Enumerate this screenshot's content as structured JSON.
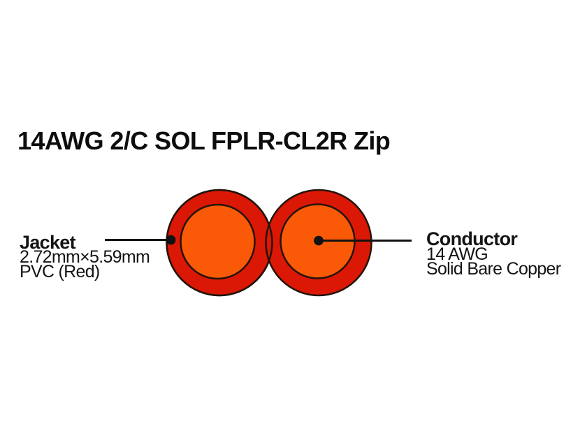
{
  "diagram": {
    "title": "14AWG 2/C SOL FPLR-CL2R Zip",
    "colors": {
      "jacket_red": "#DB1805",
      "conductor_orange": "#FA5A07"
    },
    "labels": {
      "jacket": {
        "title": "Jacket",
        "line1": "2.72mm×5.59mm",
        "line2": "PVC (Red)"
      },
      "conductor": {
        "title": "Conductor",
        "line1": "14 AWG",
        "line2": "Solid Bare Copper"
      }
    }
  }
}
